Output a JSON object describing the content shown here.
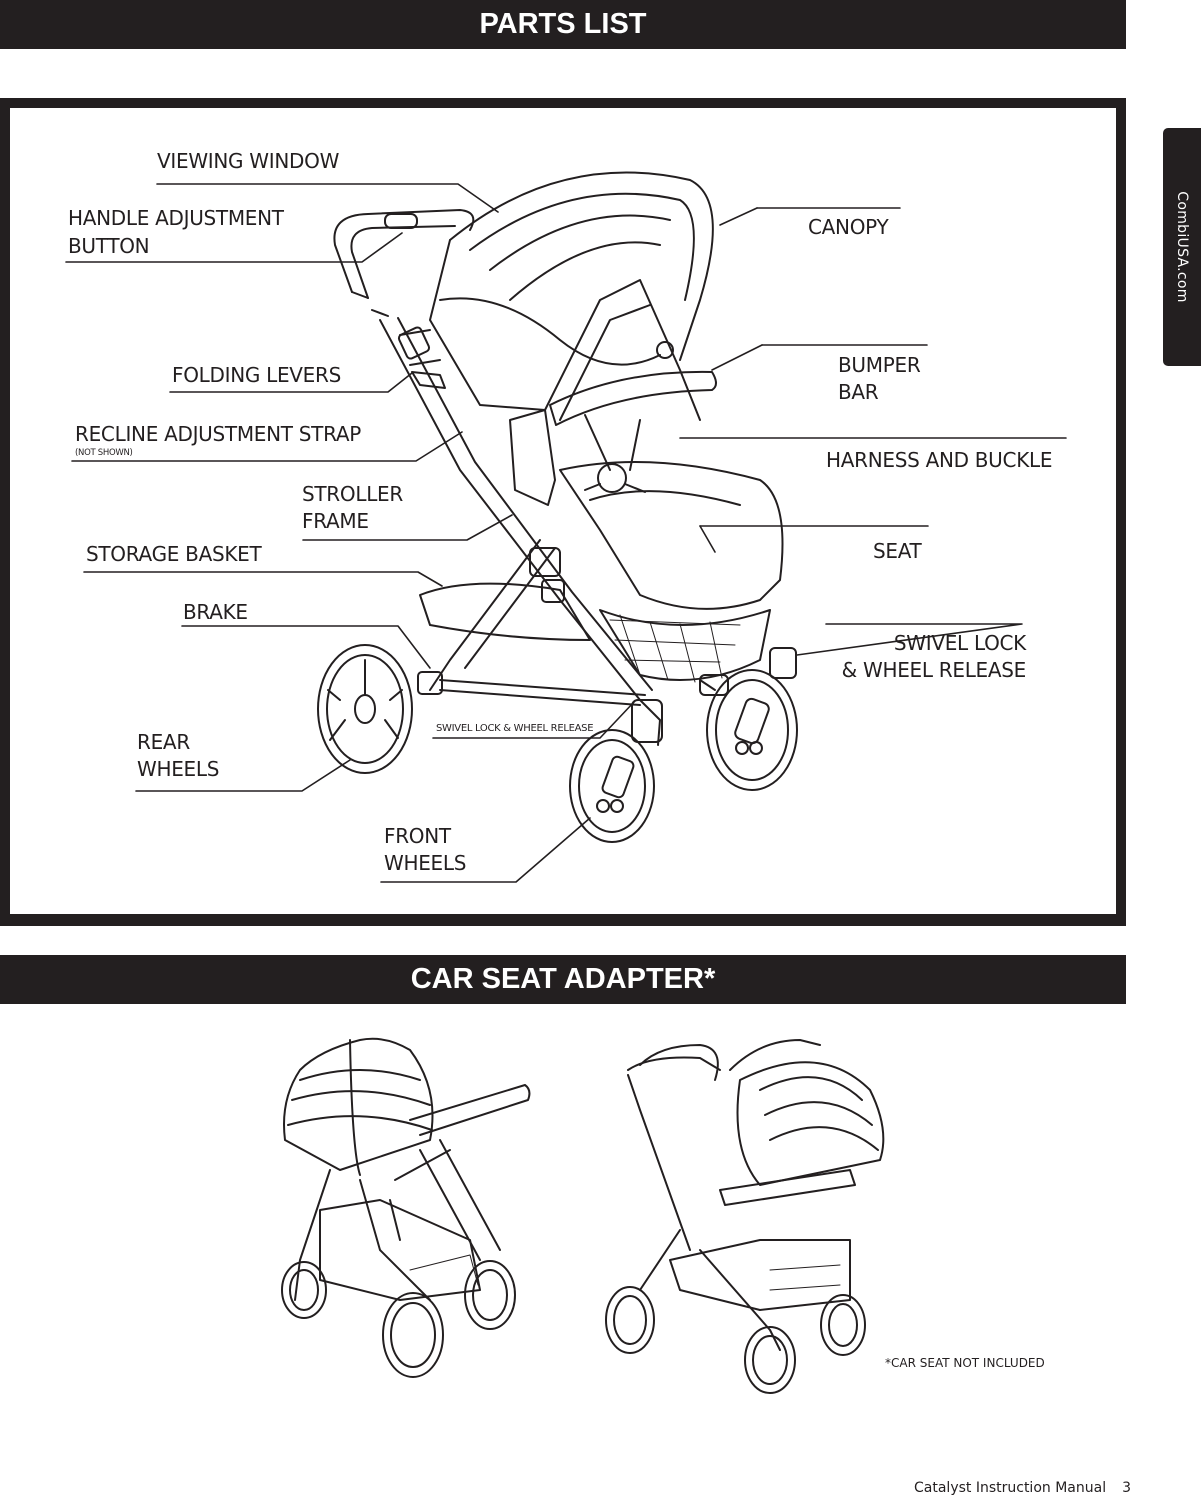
{
  "headers": {
    "parts_list": "PARTS LIST",
    "car_seat_adapter": "CAR SEAT ADAPTER*"
  },
  "side_tab": "CombiUSA.com",
  "labels": {
    "viewing_window": "VIEWING WINDOW",
    "handle_adjustment_1": "HANDLE ADJUSTMENT",
    "handle_adjustment_2": "BUTTON",
    "canopy": "CANOPY",
    "folding_levers": "FOLDING LEVERS",
    "bumper_bar_1": "BUMPER",
    "bumper_bar_2": "BAR",
    "recline_strap": "RECLINE ADJUSTMENT STRAP",
    "recline_note": "(NOT SHOWN)",
    "harness": "HARNESS AND BUCKLE",
    "stroller_frame_1": "STROLLER",
    "stroller_frame_2": "FRAME",
    "storage_basket": "STORAGE BASKET",
    "seat": "SEAT",
    "brake": "BRAKE",
    "swivel_lock_1": "SWIVEL LOCK",
    "swivel_lock_2": "& WHEEL RELEASE",
    "swivel_small": "SWIVEL LOCK & WHEEL RELEASE",
    "rear_wheels_1": "REAR",
    "rear_wheels_2": "WHEELS",
    "front_wheels_1": "FRONT",
    "front_wheels_2": "WHEELS"
  },
  "car_seat_note": "*CAR SEAT NOT INCLUDED",
  "footer": {
    "title": "Catalyst Instruction Manual",
    "page": "3"
  }
}
